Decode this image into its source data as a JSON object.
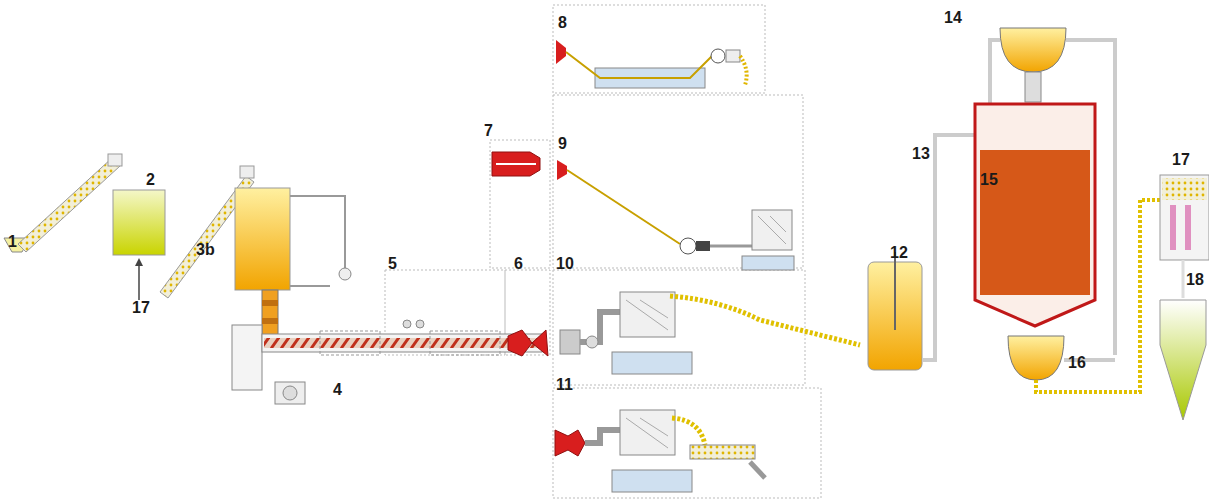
{
  "diagram": {
    "labels": [
      "1",
      "2",
      "17",
      "3b",
      "4",
      "5",
      "6",
      "7",
      "8",
      "9",
      "10",
      "11",
      "12",
      "13",
      "14",
      "15",
      "16",
      "17",
      "18"
    ]
  }
}
